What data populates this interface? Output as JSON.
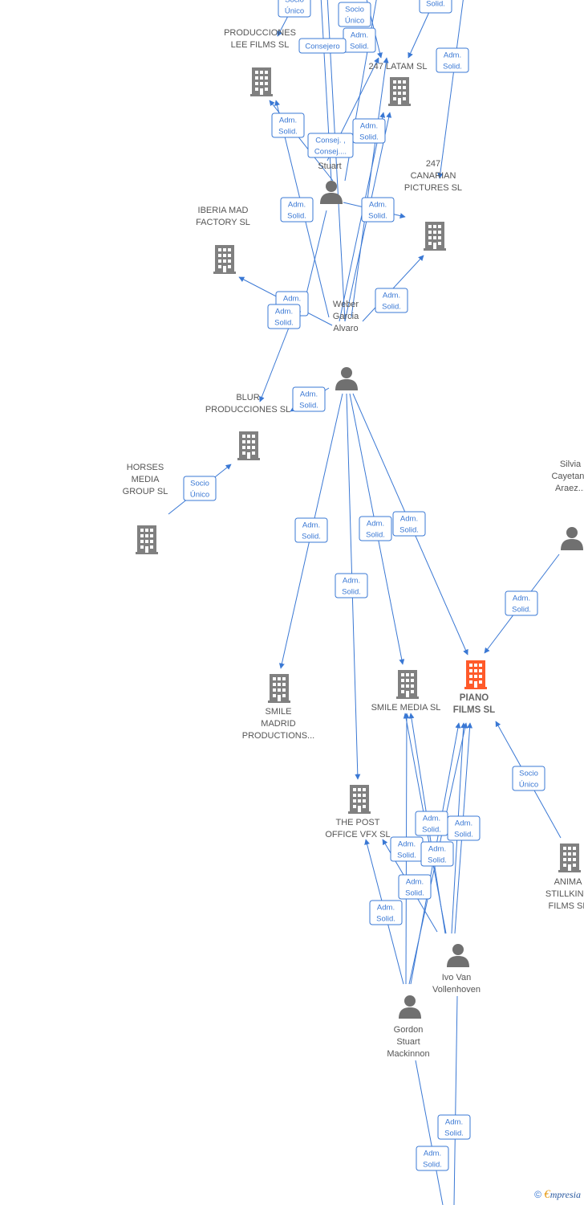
{
  "colors": {
    "edge": "#3a78d4",
    "building": "#808080",
    "building_main": "#ff5a2a",
    "person": "#707070"
  },
  "nodes": [
    {
      "id": "lee",
      "type": "company",
      "label": [
        "PRODUCCIONES",
        "LEE FILMS SL"
      ]
    },
    {
      "id": "latam",
      "type": "company",
      "label": [
        "247 LATAM SL"
      ]
    },
    {
      "id": "canarian",
      "type": "company",
      "label": [
        "247",
        "CANARIAN",
        "PICTURES SL"
      ]
    },
    {
      "id": "iberia",
      "type": "company",
      "label": [
        "IBERIA MAD",
        "FACTORY SL"
      ]
    },
    {
      "id": "blur",
      "type": "company",
      "label": [
        "BLUR",
        "PRODUCCIONES SL"
      ]
    },
    {
      "id": "horses",
      "type": "company",
      "label": [
        "HORSES",
        "MEDIA",
        "GROUP SL"
      ]
    },
    {
      "id": "smilemadrid",
      "type": "company",
      "label": [
        "SMILE",
        "MADRID",
        "PRODUCTIONS..."
      ]
    },
    {
      "id": "smilemedia",
      "type": "company",
      "label": [
        "SMILE MEDIA SL"
      ]
    },
    {
      "id": "piano",
      "type": "company",
      "main": true,
      "label": [
        "PIANO",
        "FILMS SL"
      ]
    },
    {
      "id": "postoffice",
      "type": "company",
      "label": [
        "THE POST",
        "OFFICE VFX SL"
      ]
    },
    {
      "id": "anima",
      "type": "company",
      "label": [
        "ANIMA",
        "STILLKING",
        "FILMS SL"
      ]
    },
    {
      "id": "stuart",
      "type": "person",
      "label": [
        "Stuart"
      ]
    },
    {
      "id": "weber",
      "type": "person",
      "label": [
        "Weber",
        "Garcia",
        "Alvaro"
      ]
    },
    {
      "id": "silvia",
      "type": "person",
      "label": [
        "Silvia",
        "Cayetano",
        "Araez..."
      ]
    },
    {
      "id": "ivo",
      "type": "person",
      "label": [
        "Ivo Van",
        "Vollenhoven"
      ]
    },
    {
      "id": "gordon",
      "type": "person",
      "label": [
        "Gordon",
        "Stuart",
        "Mackinnon"
      ]
    }
  ],
  "relations": [
    {
      "id": "r1",
      "lines": [
        "Socio",
        "Único"
      ]
    },
    {
      "id": "r2",
      "lines": [
        "Socio",
        "Único"
      ]
    },
    {
      "id": "r3",
      "lines": [
        "Solid."
      ]
    },
    {
      "id": "r4",
      "lines": [
        "Adm.",
        "Solid."
      ]
    },
    {
      "id": "r5",
      "lines": [
        "Consejero"
      ]
    },
    {
      "id": "r6",
      "lines": [
        "Adm.",
        "Solid."
      ]
    },
    {
      "id": "r7",
      "lines": [
        "Adm.",
        "Solid."
      ]
    },
    {
      "id": "r8",
      "lines": [
        "Adm.",
        "Solid."
      ]
    },
    {
      "id": "r9",
      "lines": [
        "Consej. ,",
        "Consej...."
      ]
    },
    {
      "id": "r10",
      "lines": [
        "Adm.",
        "Solid."
      ]
    },
    {
      "id": "r11",
      "lines": [
        "Adm.",
        "Solid."
      ]
    },
    {
      "id": "r12",
      "lines": [
        "Adm.",
        "Solid."
      ]
    },
    {
      "id": "r13",
      "lines": [
        "Adm.",
        "Solid."
      ]
    },
    {
      "id": "r14",
      "lines": [
        "Adm.",
        "Solid."
      ]
    },
    {
      "id": "r15",
      "lines": [
        "Adm.",
        "Solid."
      ]
    },
    {
      "id": "r16",
      "lines": [
        "Socio",
        "Único"
      ]
    },
    {
      "id": "r17",
      "lines": [
        "Adm.",
        "Solid."
      ]
    },
    {
      "id": "r18",
      "lines": [
        "Adm.",
        "Solid."
      ]
    },
    {
      "id": "r19",
      "lines": [
        "Adm.",
        "Solid."
      ]
    },
    {
      "id": "r20",
      "lines": [
        "Adm.",
        "Solid."
      ]
    },
    {
      "id": "r21",
      "lines": [
        "Adm.",
        "Solid."
      ]
    },
    {
      "id": "r22",
      "lines": [
        "Socio",
        "Único"
      ]
    },
    {
      "id": "r23",
      "lines": [
        "Adm.",
        "Solid."
      ]
    },
    {
      "id": "r24",
      "lines": [
        "Adm.",
        "Solid."
      ]
    },
    {
      "id": "r25",
      "lines": [
        "Adm.",
        "Solid."
      ]
    },
    {
      "id": "r26",
      "lines": [
        "Adm.",
        "Solid."
      ]
    },
    {
      "id": "r27",
      "lines": [
        "Adm.",
        "Solid."
      ]
    },
    {
      "id": "r28",
      "lines": [
        "Adm.",
        "Solid."
      ]
    },
    {
      "id": "r29",
      "lines": [
        "Adm.",
        "Solid."
      ]
    },
    {
      "id": "r30",
      "lines": [
        "Adm.",
        "Solid."
      ]
    }
  ],
  "footer": {
    "copyright": "©",
    "brand_initial": "€",
    "brand_rest": "mpresia"
  }
}
